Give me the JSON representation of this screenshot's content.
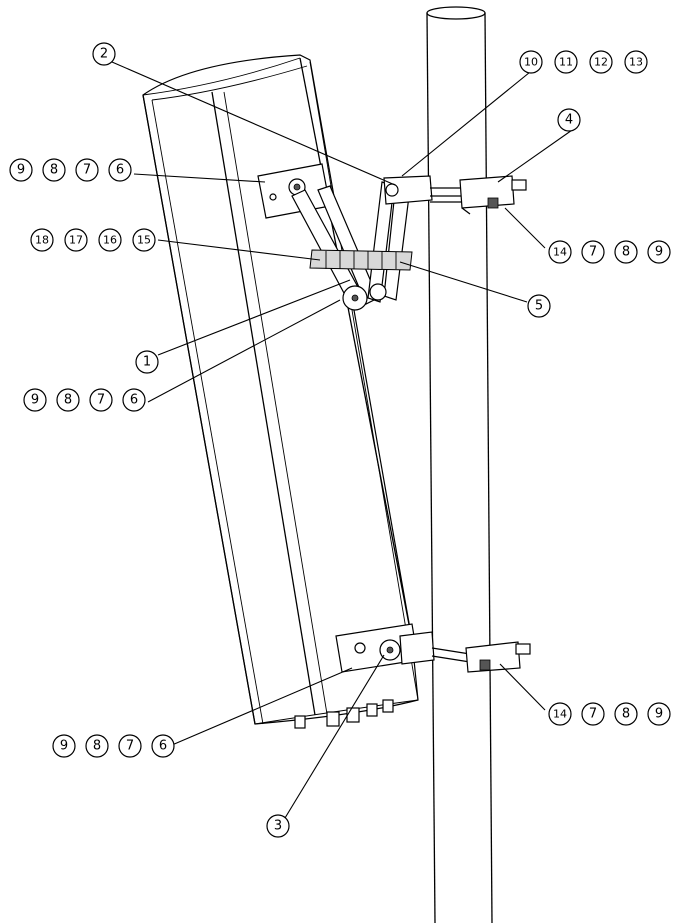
{
  "callouts": {
    "c1": "1",
    "c2": "2",
    "c3": "3",
    "c4": "4",
    "c5": "5",
    "g_tr": [
      "10",
      "11",
      "12",
      "13"
    ],
    "g_left_top": [
      "9",
      "8",
      "7",
      "6"
    ],
    "g_left_mid": [
      "18",
      "17",
      "16",
      "15"
    ],
    "g_right_top": [
      "14",
      "7",
      "8",
      "9"
    ],
    "g_left_low": [
      "9",
      "8",
      "7",
      "6"
    ],
    "g_left_bottom": [
      "9",
      "8",
      "7",
      "6"
    ],
    "g_right_bottom": [
      "14",
      "7",
      "8",
      "9"
    ]
  }
}
